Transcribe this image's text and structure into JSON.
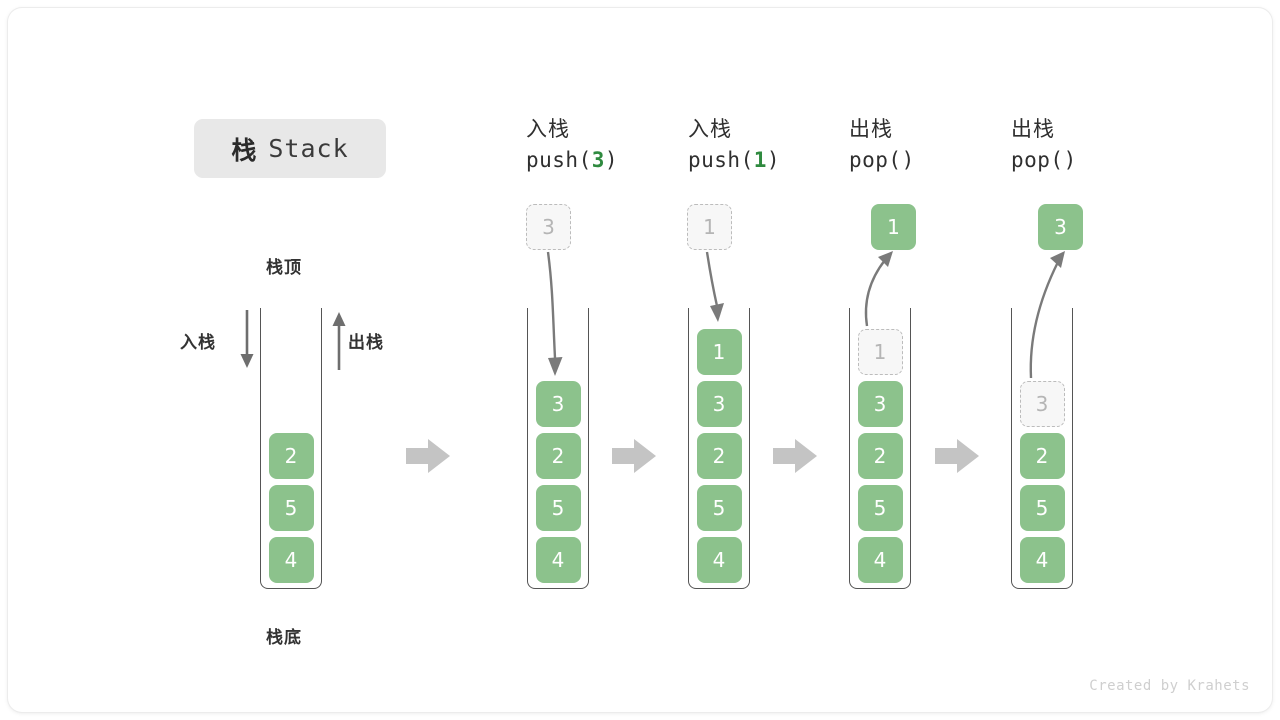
{
  "title": {
    "cn": "栈",
    "en": "Stack"
  },
  "labels": {
    "top": "栈顶",
    "bottom": "栈底",
    "push": "入栈",
    "pop": "出栈"
  },
  "footer": "Created by Krahets",
  "colors": {
    "cell_fill": "#8cc28c",
    "cell_text": "#ffffff",
    "ghost_fill": "#f7f7f7",
    "ghost_border": "#bcbcbc",
    "ghost_text": "#b5b5b5",
    "accent_green": "#2f8a3f",
    "arrow_gray": "#c4c4c4",
    "stroke_gray": "#6e6e6e",
    "badge_bg": "#e8e8e8"
  },
  "columns": [
    {
      "id": "initial",
      "heading_line1": "",
      "heading_line2": "",
      "cells": [
        "2",
        "5",
        "4"
      ],
      "floating": null
    },
    {
      "id": "push-3",
      "heading_line1": "入栈",
      "heading_op": "push(",
      "heading_num": "3",
      "heading_close": ")",
      "cells": [
        "3",
        "2",
        "5",
        "4"
      ],
      "floating": {
        "value": "3",
        "style": "ghost",
        "direction": "down"
      }
    },
    {
      "id": "push-1",
      "heading_line1": "入栈",
      "heading_op": "push(",
      "heading_num": "1",
      "heading_close": ")",
      "cells": [
        "1",
        "3",
        "2",
        "5",
        "4"
      ],
      "floating": {
        "value": "1",
        "style": "ghost",
        "direction": "down"
      }
    },
    {
      "id": "pop-1",
      "heading_line1": "出栈",
      "heading_op": "pop(",
      "heading_num": "",
      "heading_close": ")",
      "cells": [
        "1",
        "3",
        "2",
        "5",
        "4"
      ],
      "ghost_index": 0,
      "floating": {
        "value": "1",
        "style": "filled",
        "direction": "up"
      }
    },
    {
      "id": "pop-3",
      "heading_line1": "出栈",
      "heading_op": "pop(",
      "heading_num": "",
      "heading_close": ")",
      "cells": [
        "3",
        "2",
        "5",
        "4"
      ],
      "ghost_index": 0,
      "floating": {
        "value": "3",
        "style": "filled",
        "direction": "up"
      }
    }
  ]
}
